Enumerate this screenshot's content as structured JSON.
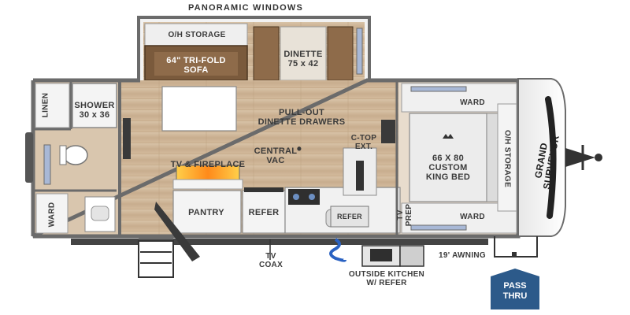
{
  "title": "PANORAMIC WINDOWS",
  "rooms": {
    "oh_storage_slide": "O/H STORAGE",
    "sofa": "64\" TRI-FOLD\nSOFA",
    "dinette": "DINETTE\n75 x 42",
    "linen": "LINEN",
    "shower": "SHOWER\n30 x 36",
    "bath_ward": "WARD",
    "dinette_drawers": "PULL-OUT\nDINETTE DRAWERS",
    "central_vac": "CENTRAL\nVAC",
    "tv_fireplace": "TV & FIREPLACE",
    "ctop_ext": "C-TOP\nEXT.",
    "pantry": "PANTRY",
    "refer_main": "REFER",
    "refer_small": "REFER",
    "tv_prep": "TV\nPREP",
    "ward_top": "WARD",
    "ward_bottom": "WARD",
    "bed": "66 X 80\nCUSTOM\nKING BED",
    "oh_storage_front": "O/H STORAGE",
    "brand": "GRAND\nSURVEYOR"
  },
  "exterior": {
    "tv_coax": "TV\nCOAX",
    "outside_kitchen": "OUTSIDE KITCHEN\nW/ REFER",
    "awning": "19' AWNING",
    "pass_thru": "PASS\nTHRU"
  },
  "colors": {
    "floor_wood": "#cdb59a",
    "wall": "#6b6b6b",
    "badge": "#2c5a8a",
    "sofa": "#7a5a3c"
  }
}
